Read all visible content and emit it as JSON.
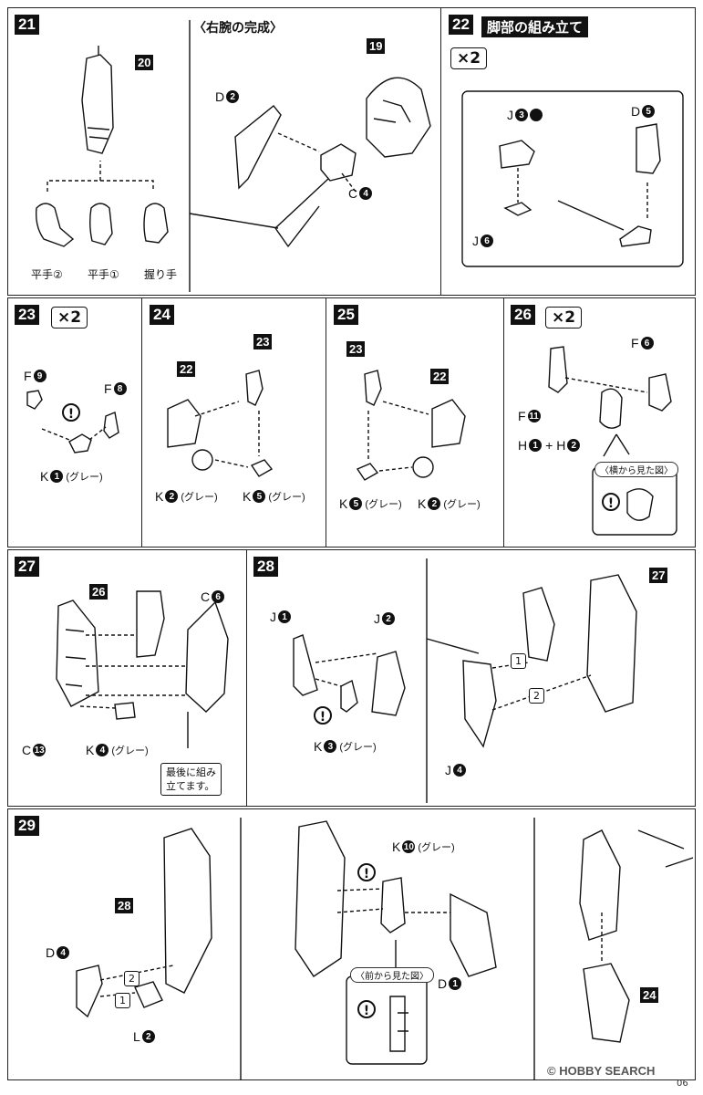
{
  "steps": {
    "s21": {
      "num": "21",
      "sub_title": "〈右腕の完成〉",
      "ref_20": "20",
      "ref_19": "19",
      "hands": [
        "平手②",
        "平手①",
        "握り手"
      ],
      "parts": {
        "d2": "D",
        "c4": "C"
      }
    },
    "s22": {
      "num": "22",
      "title": "脚部の組み立て",
      "mult": "×2",
      "parts": {
        "j3": "J",
        "d5": "D",
        "j6": "J"
      }
    },
    "s23": {
      "num": "23",
      "mult": "×2",
      "parts": {
        "f9": "F",
        "f8": "F",
        "k1": "K"
      },
      "gray": "(グレー)"
    },
    "s24": {
      "num": "24",
      "ref_22": "22",
      "ref_23": "23",
      "parts": {
        "k2": "K",
        "k5": "K"
      },
      "gray": "(グレー)"
    },
    "s25": {
      "num": "25",
      "ref_23": "23",
      "ref_22": "22",
      "parts": {
        "k5": "K",
        "k2": "K"
      },
      "gray": "(グレー)"
    },
    "s26": {
      "num": "26",
      "mult": "×2",
      "parts": {
        "f6": "F",
        "f11": "F",
        "h": "H",
        "h2": "+ H"
      },
      "side_view": "〈横から見た図〉"
    },
    "s27": {
      "num": "27",
      "ref_26": "26",
      "parts": {
        "c6": "C",
        "c13": "C",
        "k4": "K"
      },
      "gray": "(グレー)",
      "note": "最後に組み\n立てます。"
    },
    "s28": {
      "num": "28",
      "ref_27": "27",
      "parts": {
        "j1": "J",
        "j2": "J",
        "k3": "K",
        "j4": "J"
      },
      "gray": "(グレー)",
      "order": [
        "1",
        "2"
      ]
    },
    "s29": {
      "num": "29",
      "ref_28": "28",
      "ref_24": "24",
      "parts": {
        "d4": "D",
        "l2": "L",
        "k10": "K",
        "d1": "D"
      },
      "gray": "(グレー)",
      "front_view": "〈前から見た図〉",
      "order": [
        "1",
        "2"
      ]
    }
  },
  "num_glyphs": {
    "1": "1",
    "2": "2",
    "3": "3",
    "4": "4",
    "5": "5",
    "6": "6",
    "8": "8",
    "9": "9",
    "10": "10",
    "11": "11",
    "13": "13"
  },
  "warning_glyph": "!",
  "nipper_icon": "nipper-icon",
  "footer": {
    "watermark": "© HOBBY SEARCH",
    "page": "06"
  }
}
